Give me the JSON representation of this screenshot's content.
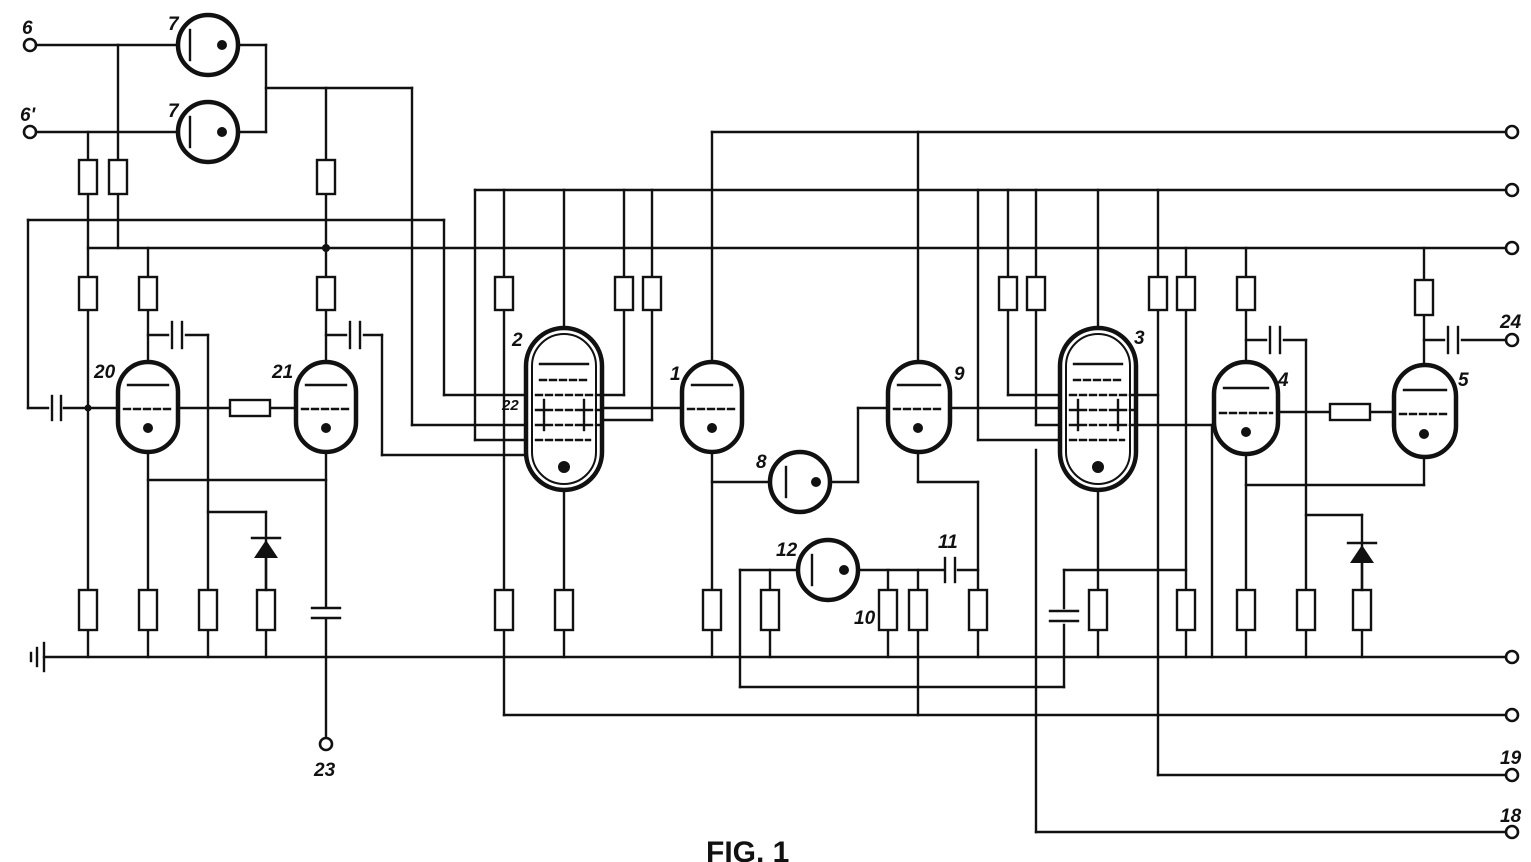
{
  "labels": {
    "t6": "6",
    "t6p": "6'",
    "t23": "23",
    "t24": "24",
    "t19": "19",
    "t18": "18",
    "v1": "1",
    "v2": "2",
    "v3": "3",
    "v4": "4",
    "v5": "5",
    "v7a": "7",
    "v7b": "7",
    "v8": "8",
    "v9": "9",
    "v12": "12",
    "v20": "20",
    "v21": "21",
    "c10": "10",
    "c11": "11",
    "g22": "22"
  },
  "caption": "FIG. 1"
}
